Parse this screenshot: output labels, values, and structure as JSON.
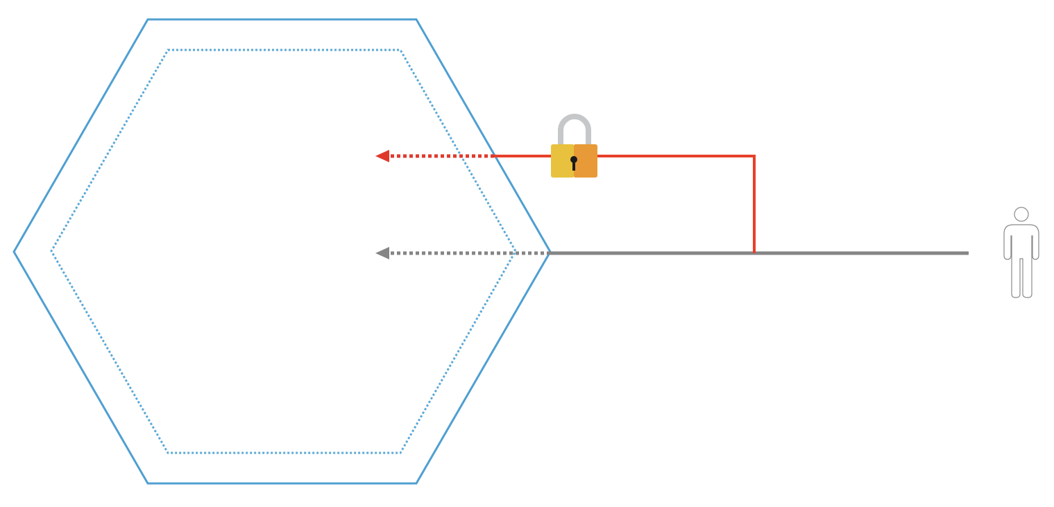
{
  "diagram": {
    "background": "#ffffff",
    "colors": {
      "perimeter": "#4f9fd1",
      "inner_perimeter": "#5aa8d6",
      "secure_channel": "#e8402a",
      "secure_arrow": "#e0392c",
      "plain_channel": "#858585",
      "lock_left": "#e8c23e",
      "lock_right": "#e89a38",
      "lock_shackle": "#c5c7c9",
      "keyhole": "#1a1a1a",
      "person_outline": "#8a8a8a"
    },
    "icons": {
      "outer_boundary": "hexagon",
      "inner_boundary": "hexagon-dotted",
      "lock": "padlock-icon",
      "user": "person-icon",
      "secure_arrow": "arrow-left-icon",
      "plain_arrow": "arrow-left-icon"
    },
    "connections": [
      {
        "from": "user",
        "to": "inner-zone",
        "kind": "encrypted",
        "style": "solid-then-dotted"
      },
      {
        "from": "user",
        "to": "inner-zone",
        "kind": "unencrypted",
        "style": "solid-then-dotted"
      }
    ]
  }
}
